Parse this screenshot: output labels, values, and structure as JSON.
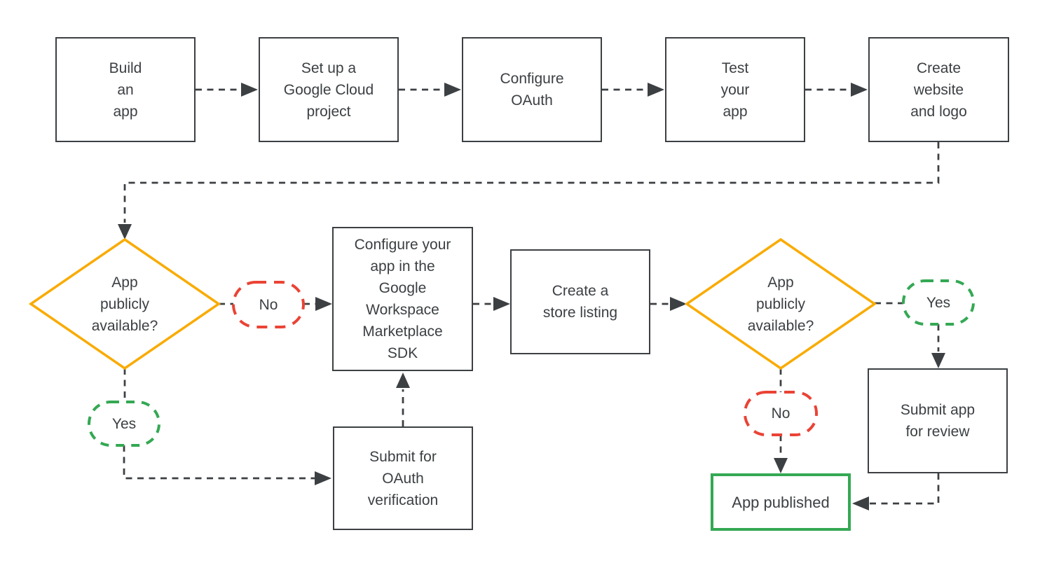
{
  "colors": {
    "line": "#3C4043",
    "text": "#3C4043",
    "yellow": "#F9AB00",
    "red": "#EA4335",
    "green": "#34A853",
    "box_bg": "#FFFFFF"
  },
  "nodes": {
    "build_app": {
      "label": "Build\nan\napp"
    },
    "setup_project": {
      "label": "Set up a\nGoogle Cloud\nproject"
    },
    "configure_oauth": {
      "label": "Configure\nOAuth"
    },
    "test_app": {
      "label": "Test\nyour\napp"
    },
    "create_website": {
      "label": "Create\nwebsite\nand logo"
    },
    "decision_public_1": {
      "label": "App\npublicly\navailable?"
    },
    "configure_sdk": {
      "label": "Configure your\napp in the\nGoogle\nWorkspace\nMarketplace\nSDK"
    },
    "store_listing": {
      "label": "Create a\nstore listing"
    },
    "decision_public_2": {
      "label": "App\npublicly\navailable?"
    },
    "submit_review": {
      "label": "Submit app\nfor review"
    },
    "app_published": {
      "label": "App published"
    },
    "oauth_verification": {
      "label": "Submit for\nOAuth\nverification"
    }
  },
  "edge_labels": {
    "no_1": "No",
    "yes_1": "Yes",
    "yes_2": "Yes",
    "no_2": "No"
  }
}
